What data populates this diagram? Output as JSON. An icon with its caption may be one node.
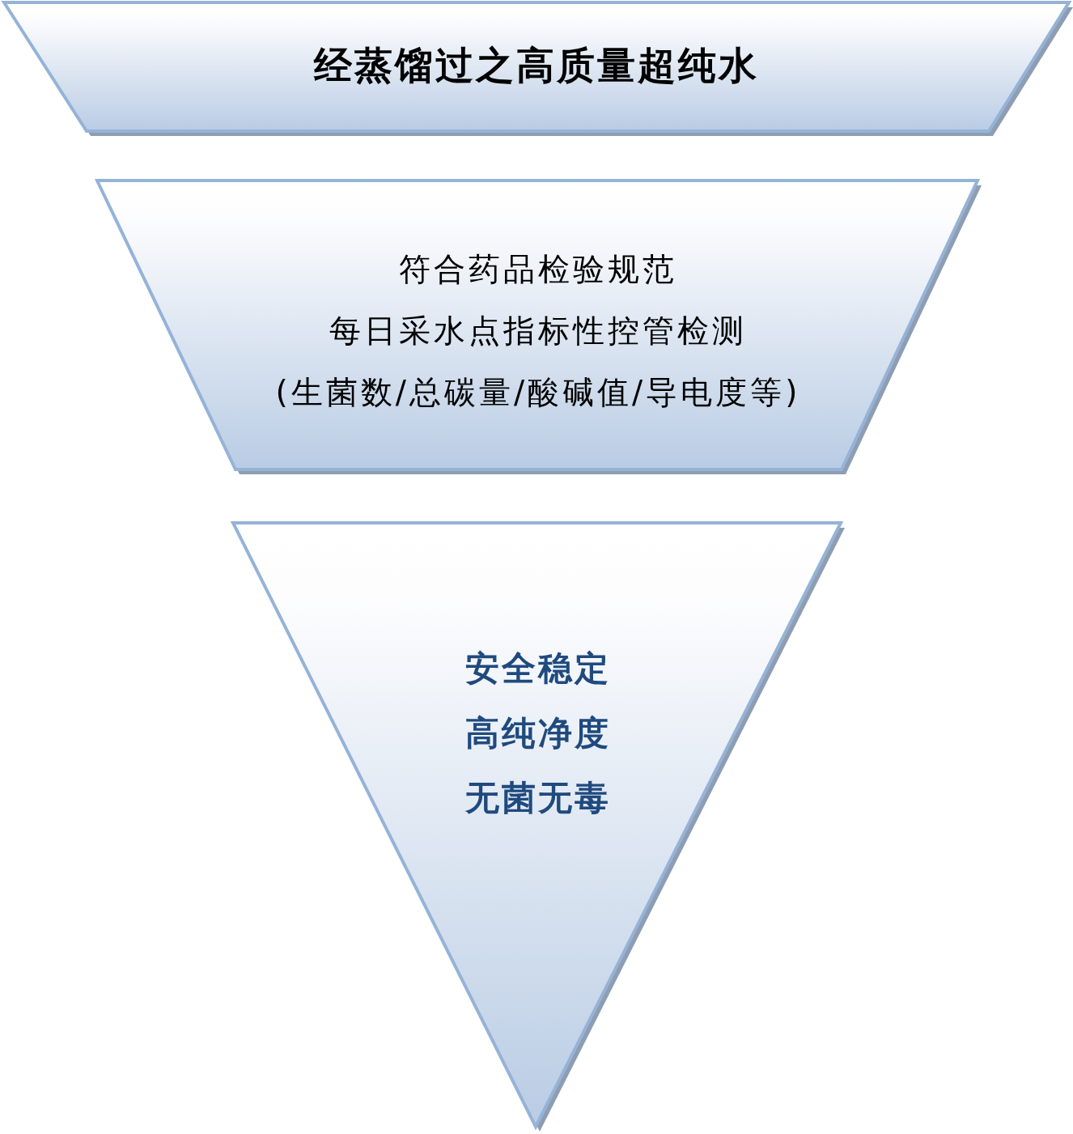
{
  "diagram": {
    "nodes": [
      {
        "text": [
          "经蒸馏过之高质量超纯水"
        ]
      },
      {
        "text": [
          "符合药品检验规范",
          "每日采水点指标性控管检测",
          "(生菌数/总碳量/酸碱值/导电度等)"
        ]
      },
      {
        "text": [
          "安全稳定",
          "高纯净度",
          "无菌无毒"
        ]
      }
    ]
  }
}
